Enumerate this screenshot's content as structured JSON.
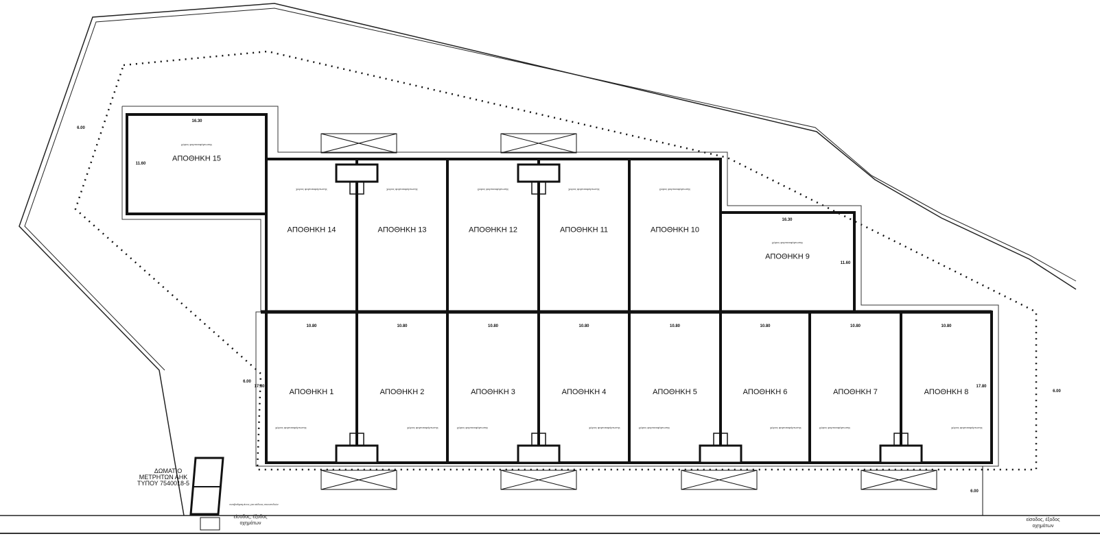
{
  "plan": {
    "warehouses": [
      "ΑΠΟΘΗΚΗ 1",
      "ΑΠΟΘΗΚΗ 2",
      "ΑΠΟΘΗΚΗ 3",
      "ΑΠΟΘΗΚΗ 4",
      "ΑΠΟΘΗΚΗ 5",
      "ΑΠΟΘΗΚΗ 6",
      "ΑΠΟΘΗΚΗ 7",
      "ΑΠΟΘΗΚΗ 8",
      "ΑΠΟΘΗΚΗ 9",
      "ΑΠΟΘΗΚΗ 10",
      "ΑΠΟΘΗΚΗ 11",
      "ΑΠΟΘΗΚΗ 12",
      "ΑΠΟΘΗΚΗ 13",
      "ΑΠΟΘΗΚΗ 14",
      "ΑΠΟΘΗΚΗ 15"
    ],
    "loading_area_label": "χώρος φορτοεκφόρτωσης",
    "dimensions": {
      "bay_width": "10.80",
      "large_width": "16.30",
      "large_depth": "11.60",
      "bay_depth": "17.80",
      "setback": "6.00"
    },
    "meter_room": {
      "line1": "ΔΩΜΑΤΙΟ",
      "line2": "ΜΕΤΡΗΤΩΝ ΑΗΚ",
      "line3": "ΤΥΠΟΥ 7540018-5"
    },
    "bins_note": "αναβαθμισμένος για κάδους σκουπιδιών",
    "vehicle_entrance": {
      "line1": "είσοδος, έξοδος",
      "line2": "οχημάτων"
    }
  }
}
